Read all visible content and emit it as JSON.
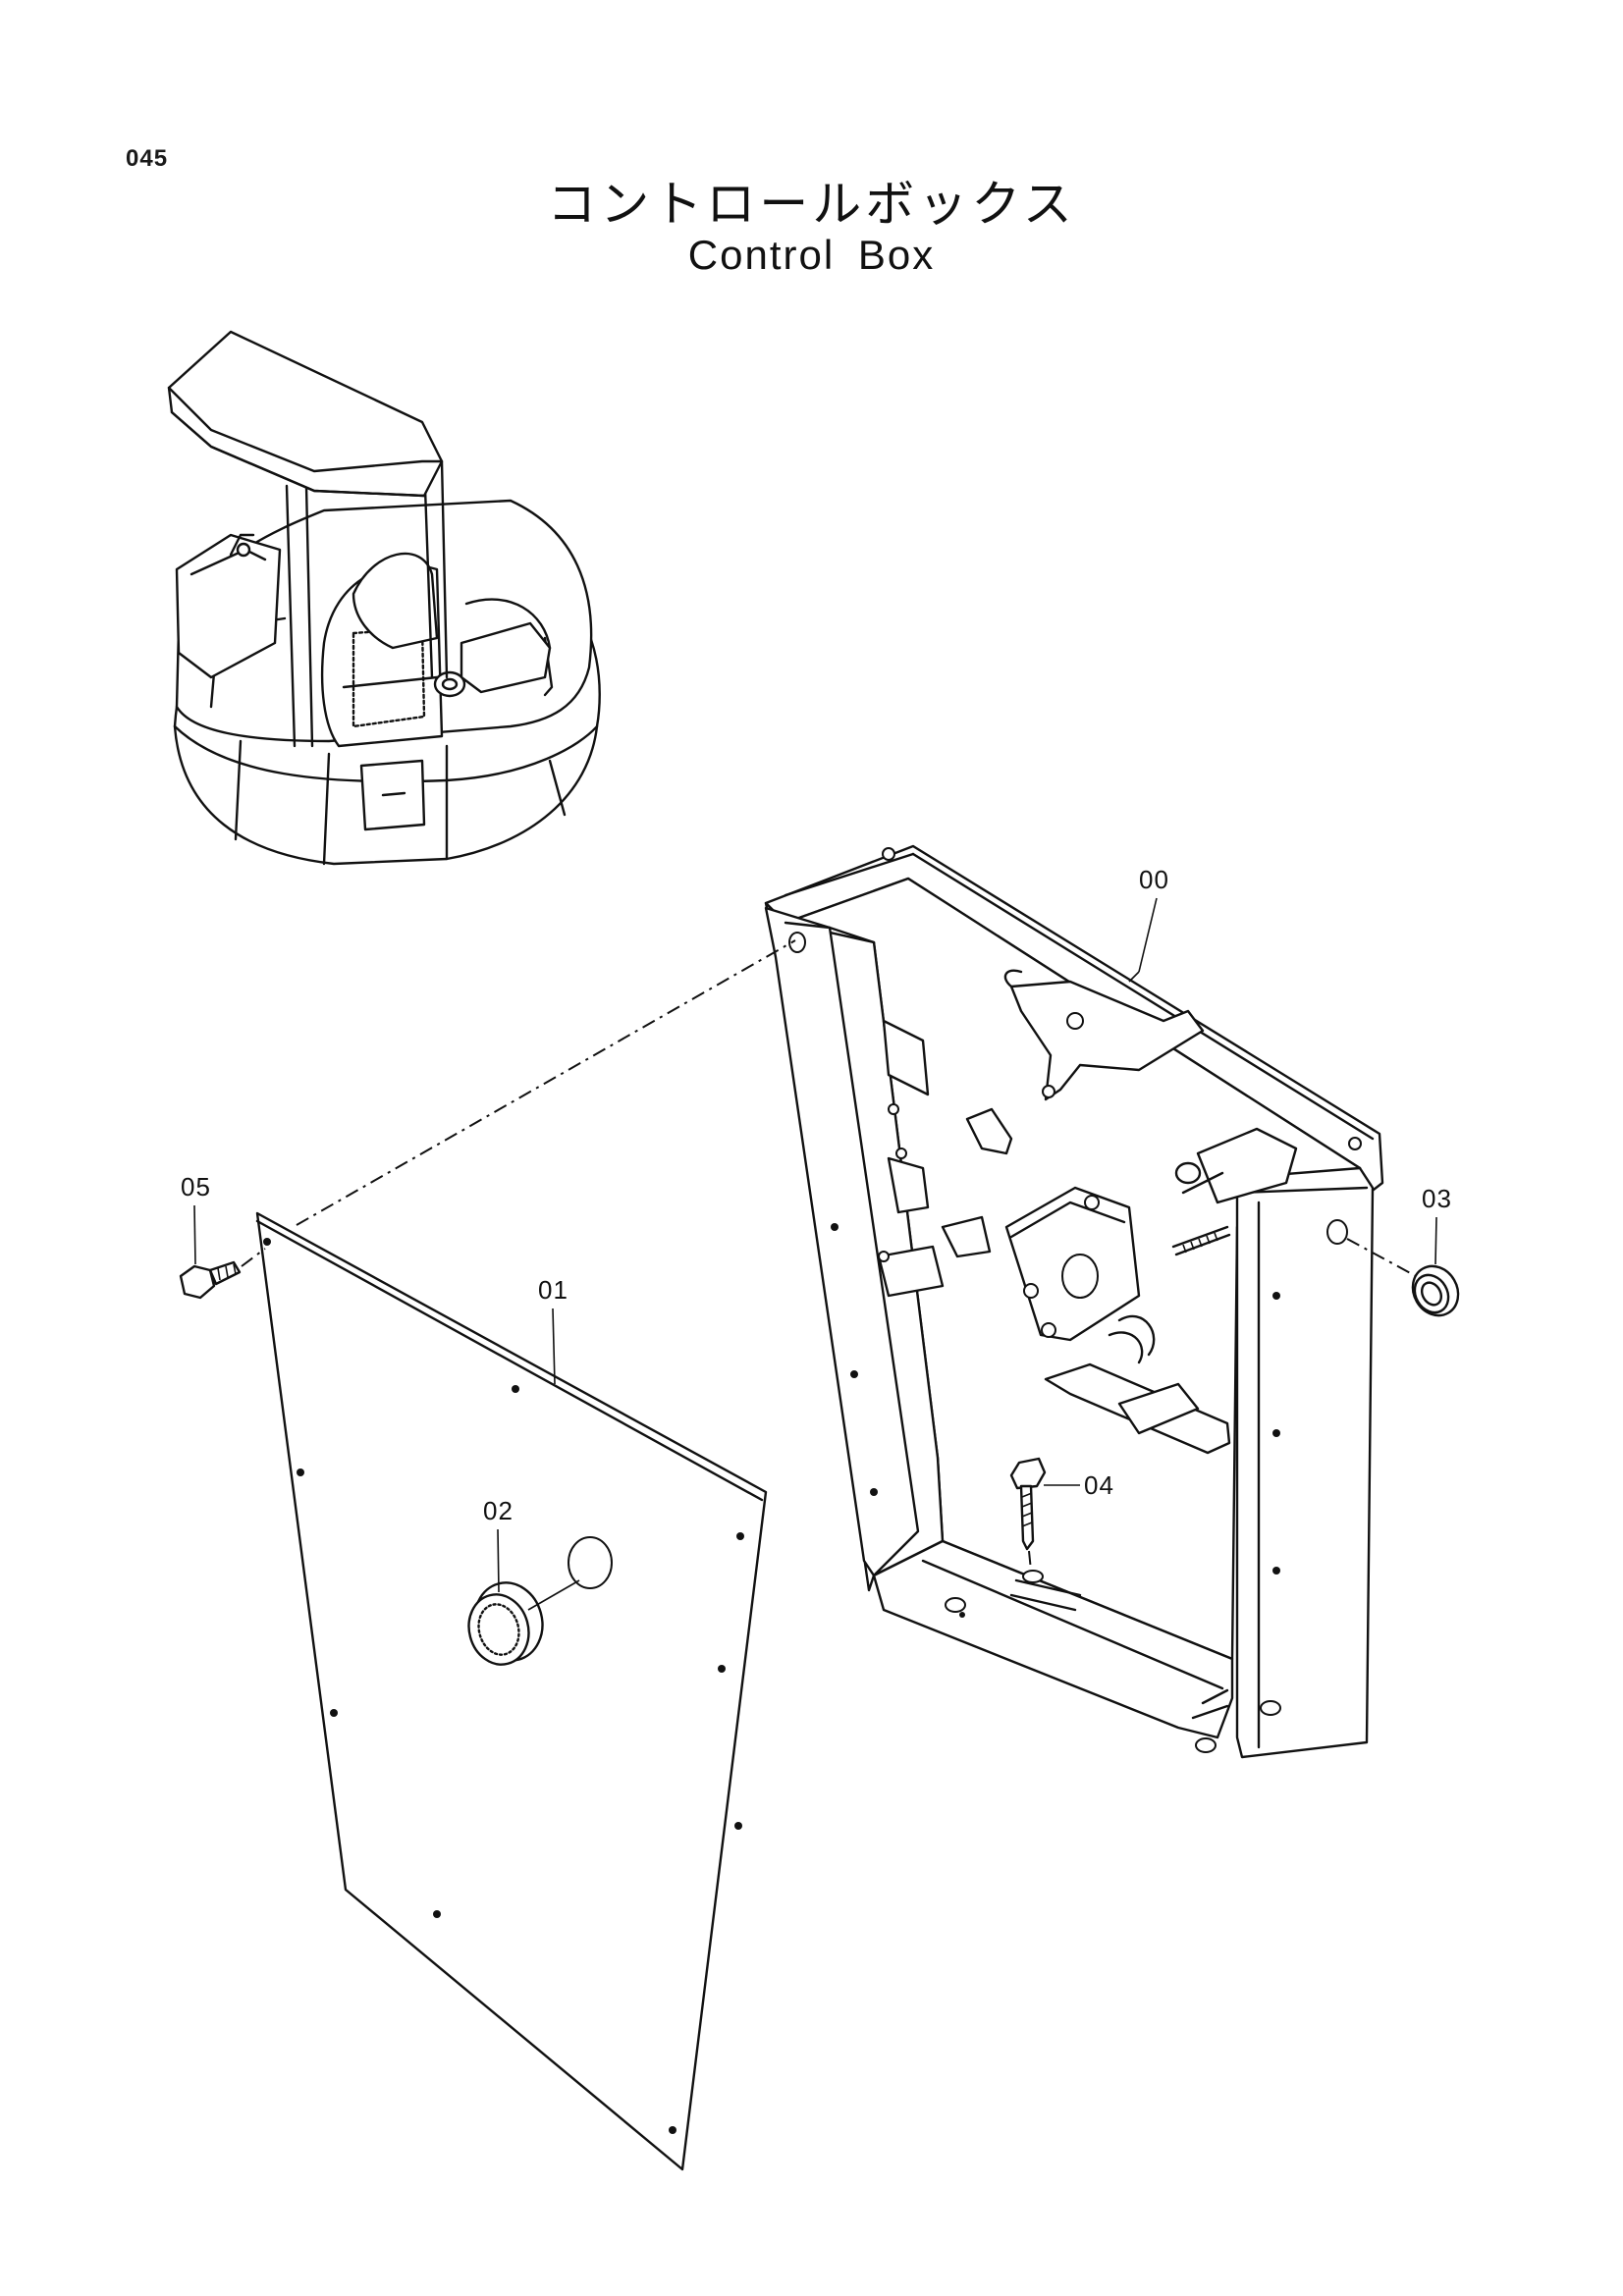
{
  "page_number": "045",
  "title": {
    "japanese": "コントロールボックス",
    "english": "Control Box"
  },
  "callouts": [
    {
      "id": "00"
    },
    {
      "id": "01"
    },
    {
      "id": "02"
    },
    {
      "id": "03"
    },
    {
      "id": "04"
    },
    {
      "id": "05"
    }
  ]
}
